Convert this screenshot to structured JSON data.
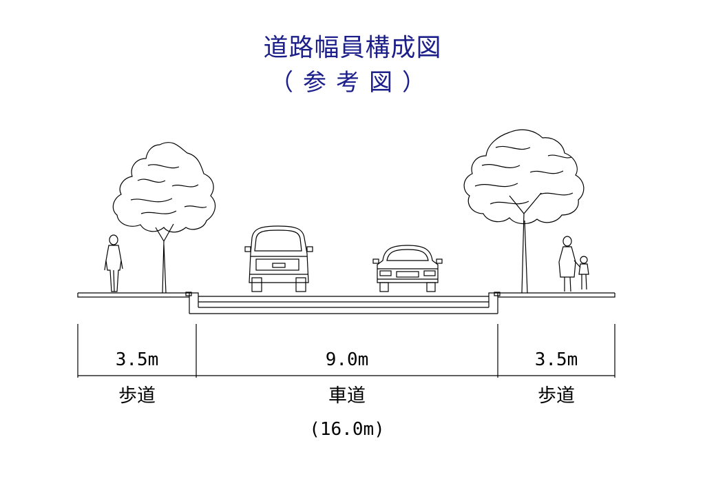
{
  "title": "道路幅員構成図",
  "subtitle": "（参考図）",
  "sections": [
    {
      "width": "3.5m",
      "label": "歩道"
    },
    {
      "width": "9.0m",
      "label": "車道"
    },
    {
      "width": "3.5m",
      "label": "歩道"
    }
  ],
  "total_width": "(16.0m)",
  "colors": {
    "title": "#1c1f8a",
    "line": "#000000"
  },
  "figures": [
    "pedestrian-figure",
    "tree",
    "minivan",
    "sedan",
    "tree",
    "mother-and-child-figure"
  ]
}
